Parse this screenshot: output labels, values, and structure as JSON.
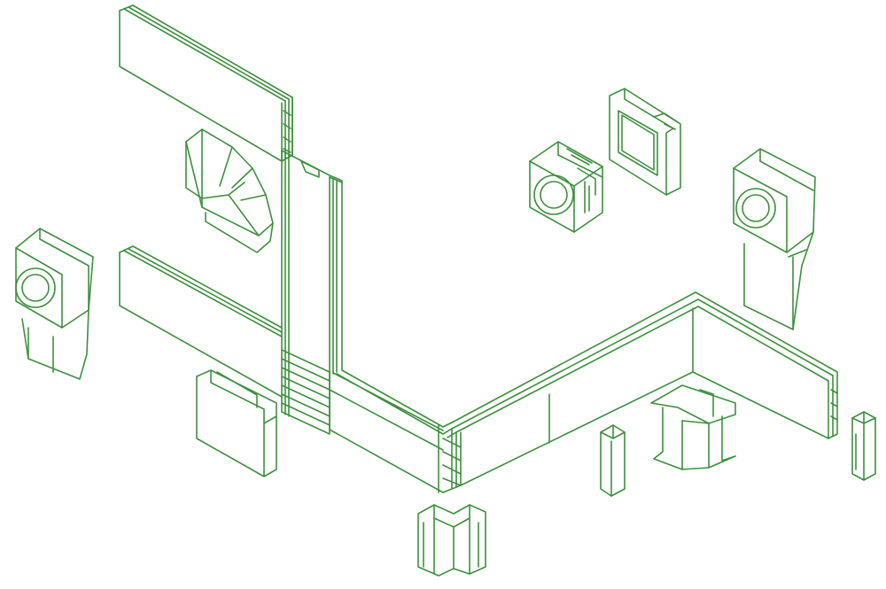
{
  "colors": {
    "background": "#ffffff",
    "line": "#3e8f3e",
    "line_light": "#7fc27f"
  },
  "components": [
    {
      "key": "vertical-duct",
      "type": "cable trunking vertical section"
    },
    {
      "key": "flat-elbow",
      "type": "flat angle cover"
    },
    {
      "key": "horizontal-duct-left",
      "type": "cable trunking section"
    },
    {
      "key": "duct-corner",
      "type": "external corner trunking"
    },
    {
      "key": "surface-socket-left",
      "type": "surface mounted socket box"
    },
    {
      "key": "socket-insert",
      "type": "socket module"
    },
    {
      "key": "mounting-frame",
      "type": "mounting frame"
    },
    {
      "key": "surface-socket-right",
      "type": "surface mounted socket box"
    },
    {
      "key": "end-cap",
      "type": "end cap"
    },
    {
      "key": "internal-corner",
      "type": "internal corner piece"
    },
    {
      "key": "external-corner",
      "type": "external corner piece"
    },
    {
      "key": "joint-cover-small",
      "type": "joint cover"
    },
    {
      "key": "joint-cover-right",
      "type": "joint cover"
    }
  ]
}
